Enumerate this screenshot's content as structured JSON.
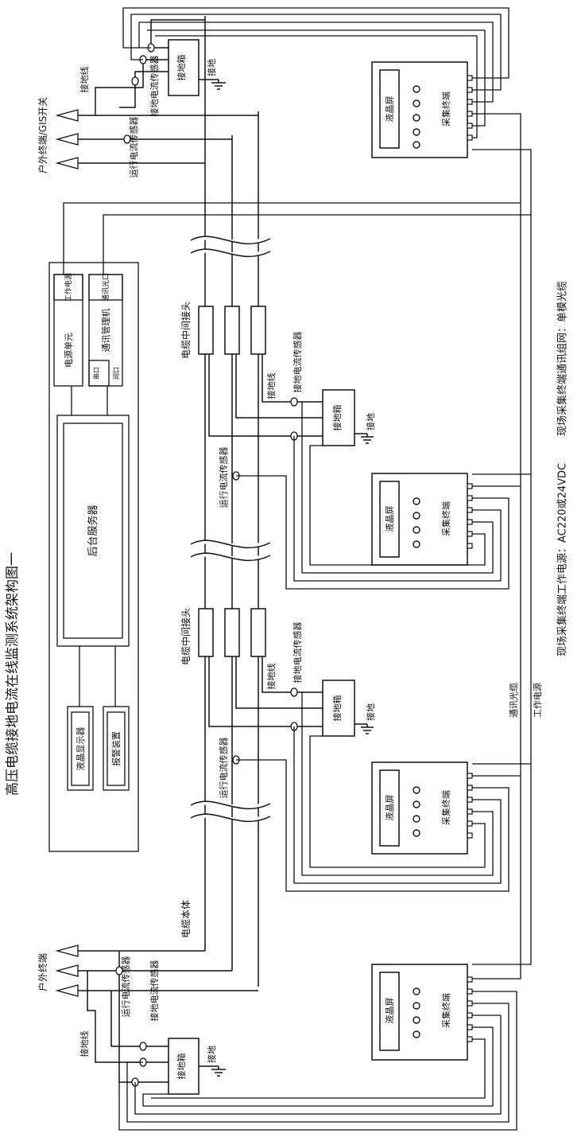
{
  "title": "高压电缆接地电流在线监测系统架构图一",
  "notes": {
    "power": "现场采集终端工作电源：AC220或24VDC",
    "network": "现场采集终端通讯组网：单模光缆"
  },
  "labels": {
    "outdoor_gis": "户外终端/GIS开关",
    "outdoor_terminal": "户外终端",
    "ground_wire": "接地线",
    "ground_current_sensor": "接地电流传感器",
    "running_current_sensor": "运行电流传感器",
    "ground_box": "接地箱",
    "ground": "接地",
    "cable_joint": "电缆中间接头",
    "cable_body": "电缆本体",
    "comm_fiber": "通讯光缆",
    "work_power": "工作电源"
  },
  "terminal": {
    "screen": "液晶屏",
    "name": "采集终端"
  },
  "center": {
    "power_unit": "电源单元",
    "work_power_port": "工作电源",
    "comm_manager": "通讯管理机",
    "serial_port": "串口",
    "network_port": "网口",
    "optical_port": "通讯光口",
    "server": "后台服务器",
    "lcd_display": "液晶显示器",
    "alarm_device": "报警装置"
  }
}
